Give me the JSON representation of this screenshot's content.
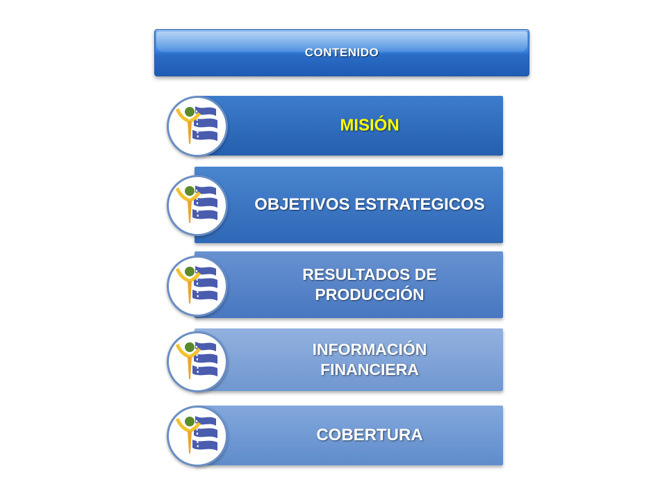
{
  "header": {
    "title": "CONTENIDO"
  },
  "items": [
    {
      "label": "MISIÓN",
      "icon": "logo-icon"
    },
    {
      "label": "OBJETIVOS ESTRATEGICOS",
      "icon": "logo-icon"
    },
    {
      "label": "RESULTADOS DE PRODUCCIÓN",
      "icon": "logo-icon"
    },
    {
      "label": "INFORMACIÓN FINANCIERA",
      "icon": "logo-icon"
    },
    {
      "label": "COBERTURA",
      "icon": "logo-icon"
    }
  ],
  "colors": {
    "header": "#2f76d4",
    "item_1": "#2d6bbd",
    "item_2": "#3a74c2",
    "item_3": "#5a86c8",
    "item_4": "#7fa2d6",
    "item_5": "#6f97d2",
    "highlight_text": "#ffff00"
  }
}
